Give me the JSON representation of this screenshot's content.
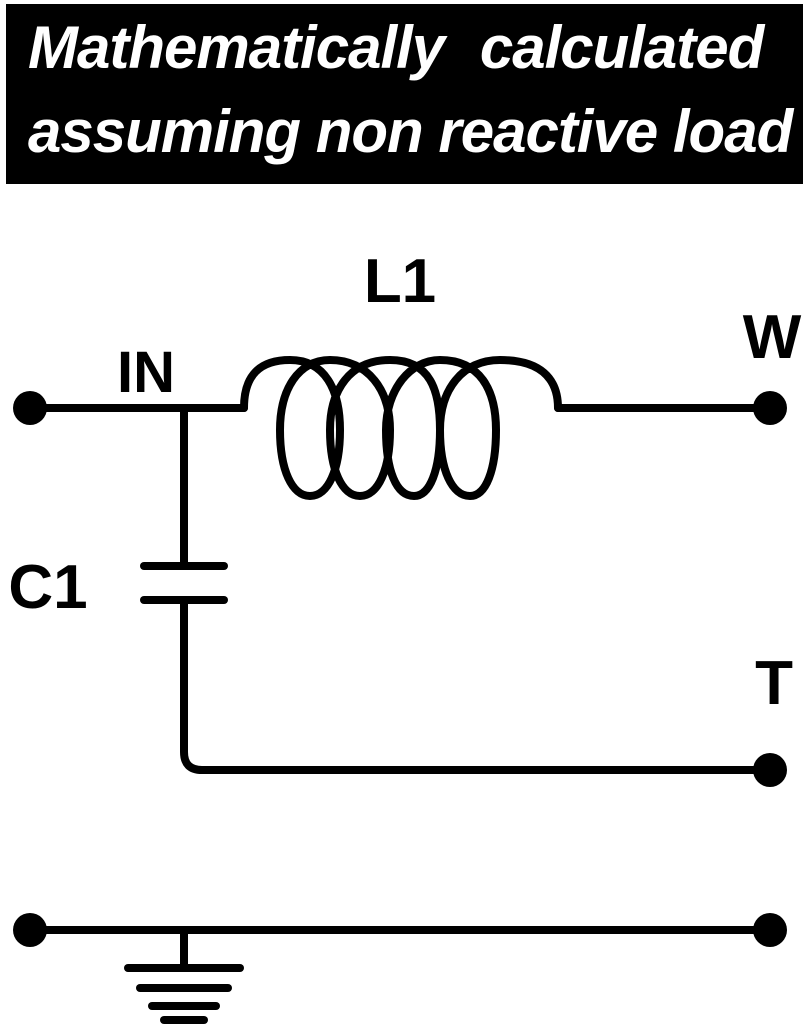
{
  "header": {
    "line1": "Mathematically   calculated",
    "line2": "assuming non reactive load"
  },
  "labels": {
    "inductor": "L1",
    "input": "IN",
    "capacitor": "C1",
    "terminal_w": "W",
    "terminal_t": "T"
  },
  "colors": {
    "ink": "#000000",
    "background": "#ffffff",
    "header_text": "#ffffff"
  }
}
